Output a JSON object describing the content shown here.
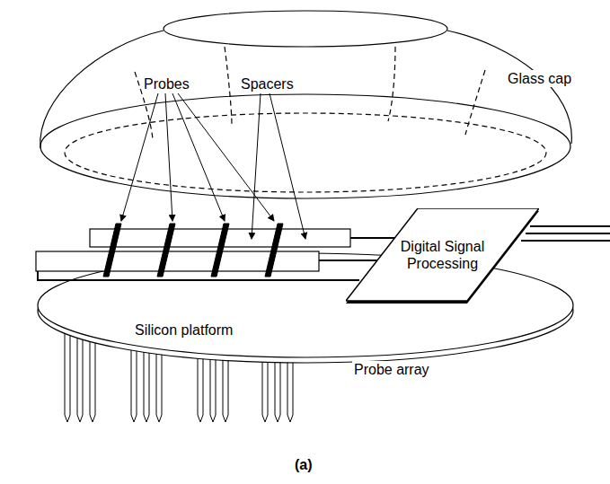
{
  "diagram": {
    "nodes": [
      {
        "text": [
          "Digital Signal Processing"
        ]
      }
    ],
    "labels": [
      "Glass cap",
      "Probes",
      "Spacers",
      "Silicon platform",
      "Probe array",
      "(a)"
    ]
  }
}
